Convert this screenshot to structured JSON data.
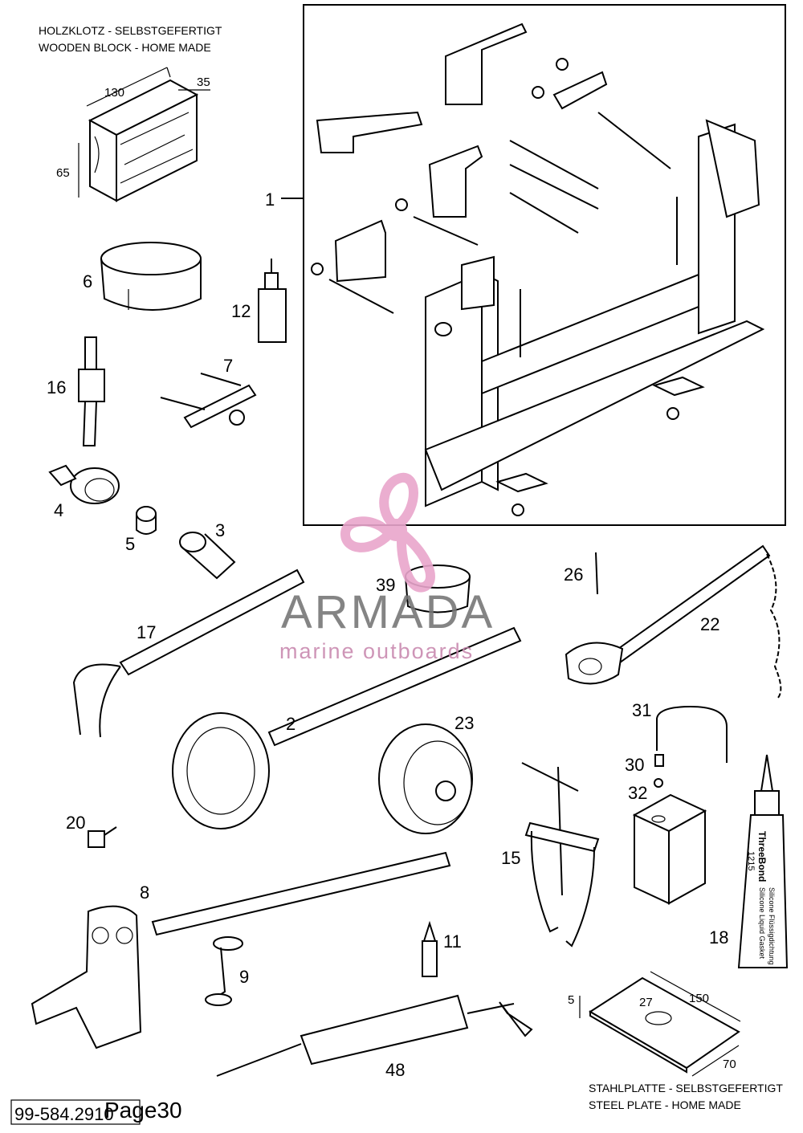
{
  "notes": {
    "wooden_block_de": "HOLZKLOTZ - SELBSTGEFERTIGT",
    "wooden_block_en": "WOODEN BLOCK - HOME MADE",
    "steel_plate_de": "STAHLPLATTE - SELBSTGEFERTIGT",
    "steel_plate_en": "STEEL PLATE - HOME MADE"
  },
  "dimensions": {
    "block_length": "130",
    "block_width": "35",
    "block_height": "65",
    "plate_thickness": "5",
    "plate_hole": "27",
    "plate_length": "150",
    "plate_width": "70"
  },
  "callouts": {
    "c1": "1",
    "c2": "2",
    "c3": "3",
    "c4": "4",
    "c5": "5",
    "c6": "6",
    "c7": "7",
    "c8": "8",
    "c9": "9",
    "c11": "11",
    "c12": "12",
    "c15": "15",
    "c16": "16",
    "c17": "17",
    "c18": "18",
    "c20": "20",
    "c22": "22",
    "c23": "23",
    "c26": "26",
    "c30": "30",
    "c31": "31",
    "c32": "32",
    "c39": "39",
    "c48": "48"
  },
  "tube_label": {
    "brand": "ThreeBond",
    "code": "1215",
    "text_de": "Silicone Flüssigdichtung",
    "text_en": "Silicone Liquid Gasket"
  },
  "watermark": {
    "brand": "ARMADA",
    "tagline": "marine outboards",
    "accent_color": "#e9a6cc",
    "text_color": "#777777"
  },
  "footer": {
    "code": "99-584.2910",
    "page": "Page30"
  }
}
